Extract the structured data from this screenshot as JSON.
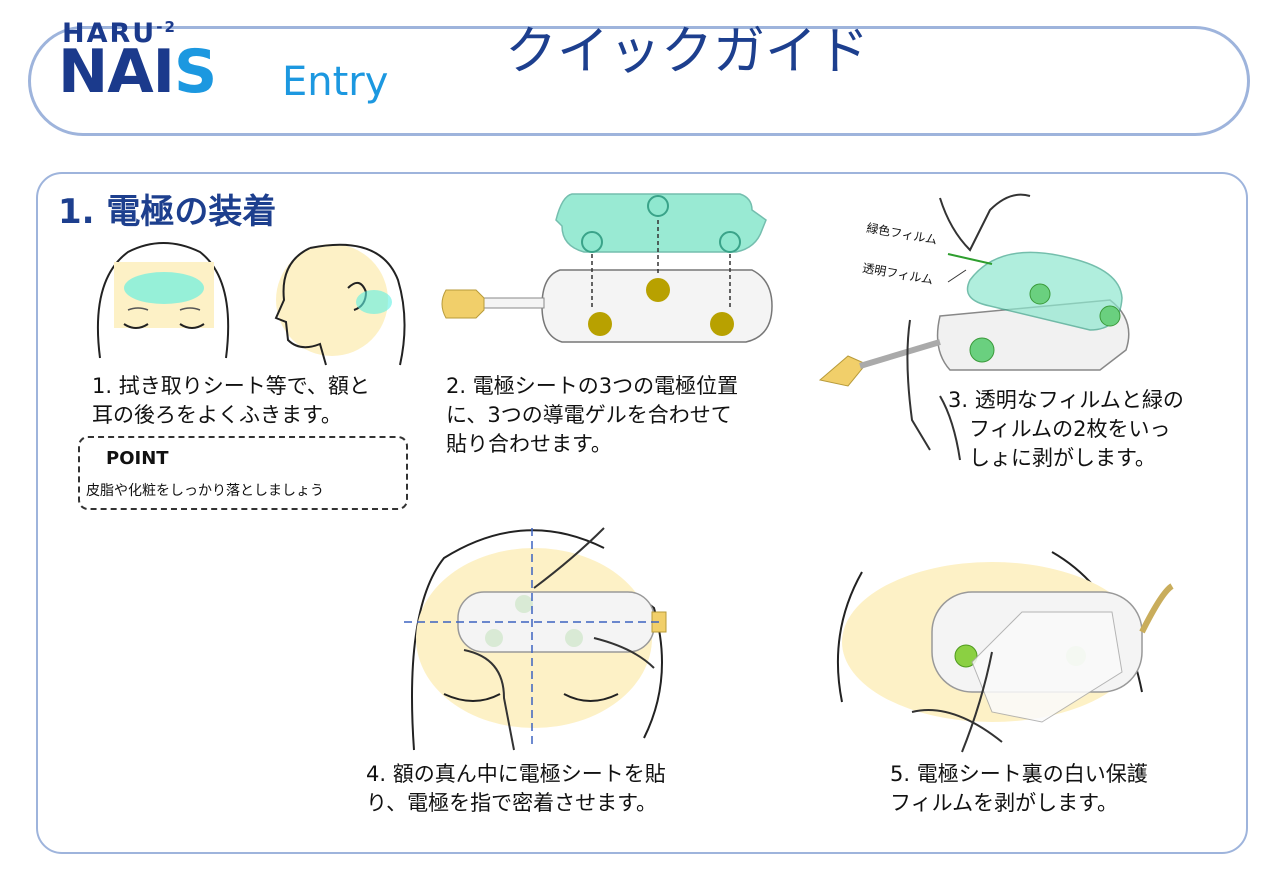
{
  "header": {
    "logo_haru": "HARU",
    "logo_haru_sup": "-2",
    "logo_nais": "NAI",
    "logo_nais_s": "S",
    "logo_entry": "Entry",
    "title": "クイックガイド"
  },
  "section": {
    "title": "1. 電極の装着",
    "steps": [
      {
        "caption": "1. 拭き取りシート等で、額と\n耳の後ろをよくふきます。"
      },
      {
        "caption": "2. 電極シートの3つの電極位置\nに、3つの導電ゲルを合わせて\n貼り合わせます。"
      },
      {
        "caption": "3. 透明なフィルムと緑の\n　フィルムの2枚をいっ\n　しょに剥がします。",
        "label_green": "緑色フィルム",
        "label_clear": "透明フィルム"
      },
      {
        "caption": "4. 額の真ん中に電極シートを貼\nり、電極を指で密着させます。"
      },
      {
        "caption": "5. 電極シート裏の白い保護\nフィルムを剥がします。"
      }
    ],
    "point": {
      "title": "POINT",
      "text": "皮脂や化粧をしっかり落としましょう"
    }
  },
  "colors": {
    "brand_navy": "#1d3f8e",
    "brand_blue": "#1c98e0",
    "border": "#9eb4dc",
    "skin": "#fdf1c6",
    "gel_green": "#8fe8cf",
    "electrode": "#b8a100"
  }
}
